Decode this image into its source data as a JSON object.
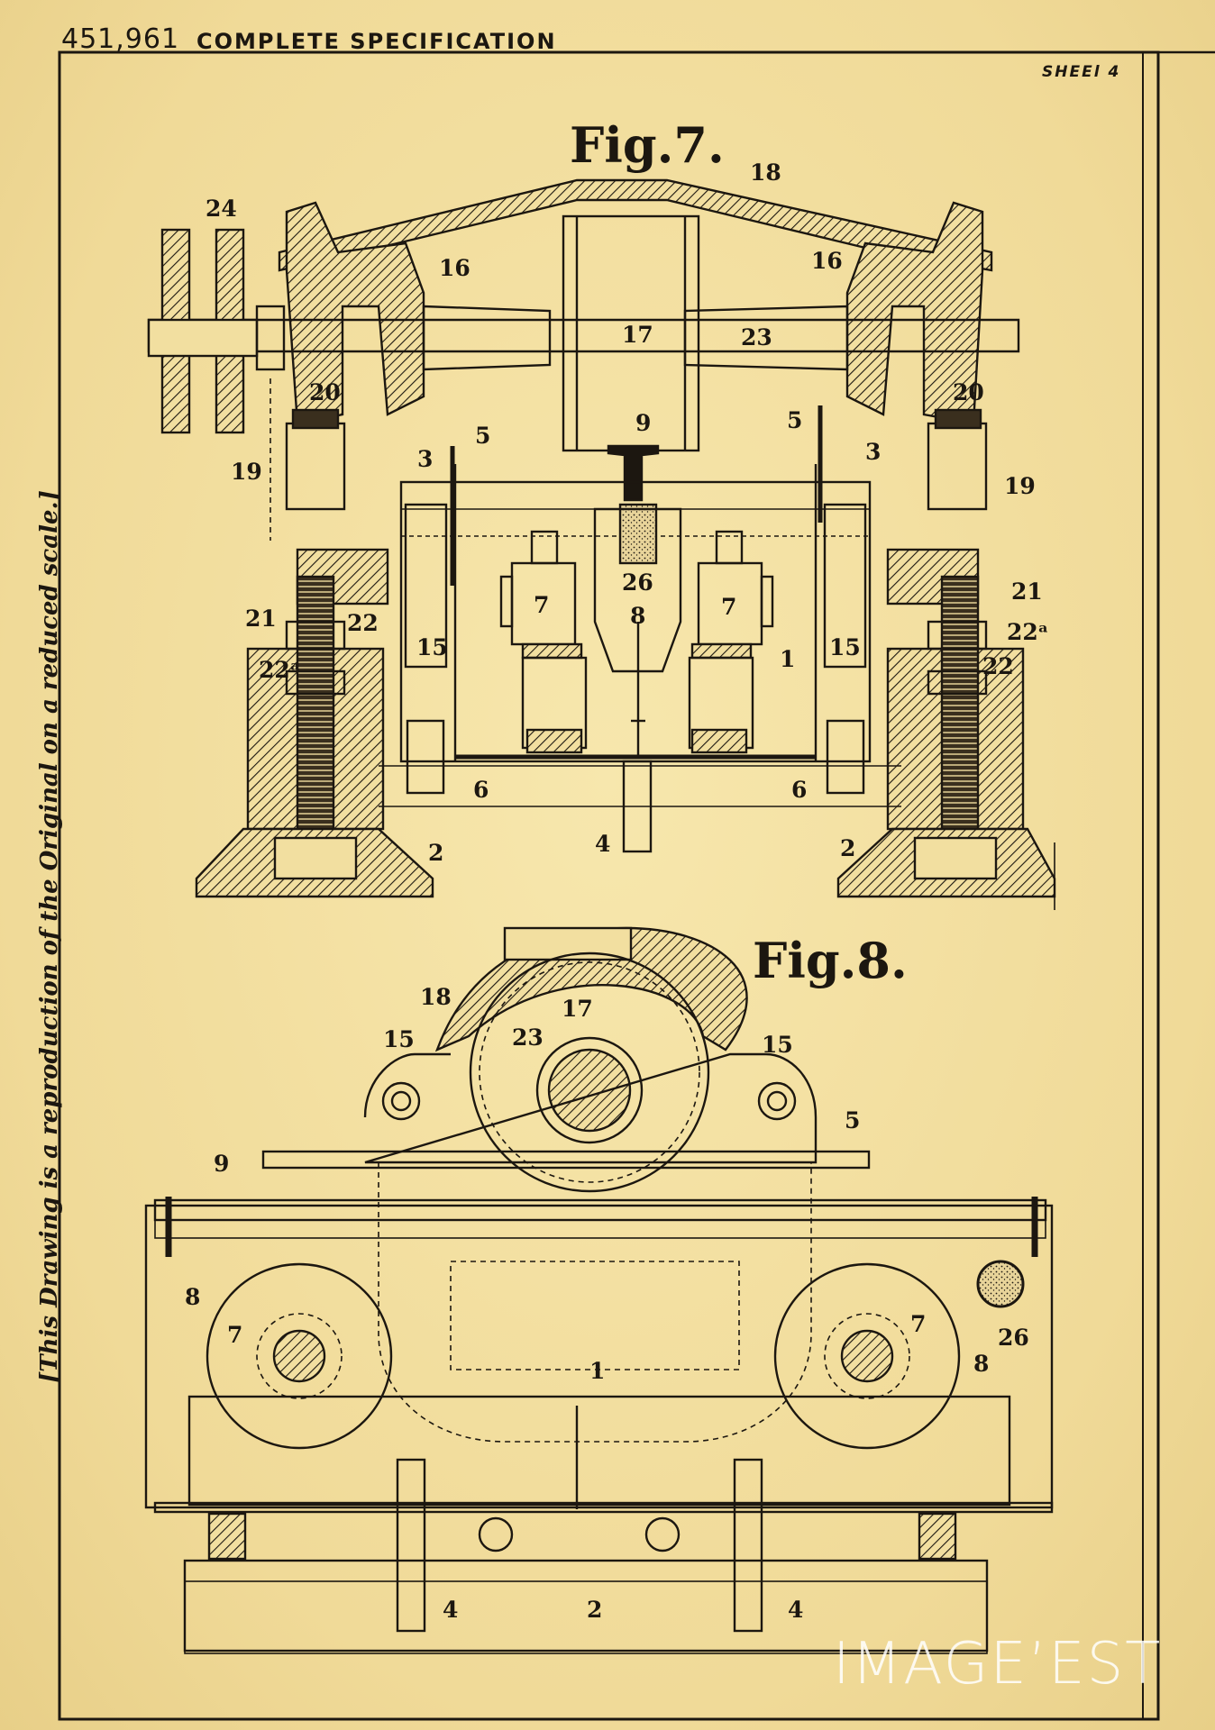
{
  "header": {
    "patent_number": "451,961",
    "title": "COMPLETE SPECIFICATION",
    "sheet": "SHEEl 4"
  },
  "side_note": "[This Drawing is a reproduction of the Original on a reduced scale.]",
  "watermark": "IMAGE’EST",
  "figures": {
    "fig7": {
      "title": "Fig.7.",
      "labels": {
        "l24": "24",
        "l18": "18",
        "l16a": "16",
        "l16b": "16",
        "l17": "17",
        "l23": "23",
        "l20a": "20",
        "l20b": "20",
        "l9": "9",
        "l5a": "5",
        "l5b": "5",
        "l19a": "19",
        "l19b": "19",
        "l3a": "3",
        "l3b": "3",
        "l7a": "7",
        "l7b": "7",
        "l26": "26",
        "l8": "8",
        "l21a": "21",
        "l21b": "21",
        "l22a": "22",
        "l22b": "22",
        "l22sa": "22ᵃ",
        "l22sb": "22ᵃ",
        "l15a": "15",
        "l15b": "15",
        "l1": "1",
        "l6a": "6",
        "l6b": "6",
        "l4": "4",
        "l2a": "2",
        "l2b": "2"
      }
    },
    "fig8": {
      "title": "Fig.8.",
      "labels": {
        "l18": "18",
        "l17": "17",
        "l23": "23",
        "l15a": "15",
        "l15b": "15",
        "l5": "5",
        "l9": "9",
        "l8a": "8",
        "l8b": "8",
        "l7a": "7",
        "l7b": "7",
        "l26": "26",
        "l1": "1",
        "l4a": "4",
        "l4b": "4",
        "l2": "2"
      }
    }
  }
}
